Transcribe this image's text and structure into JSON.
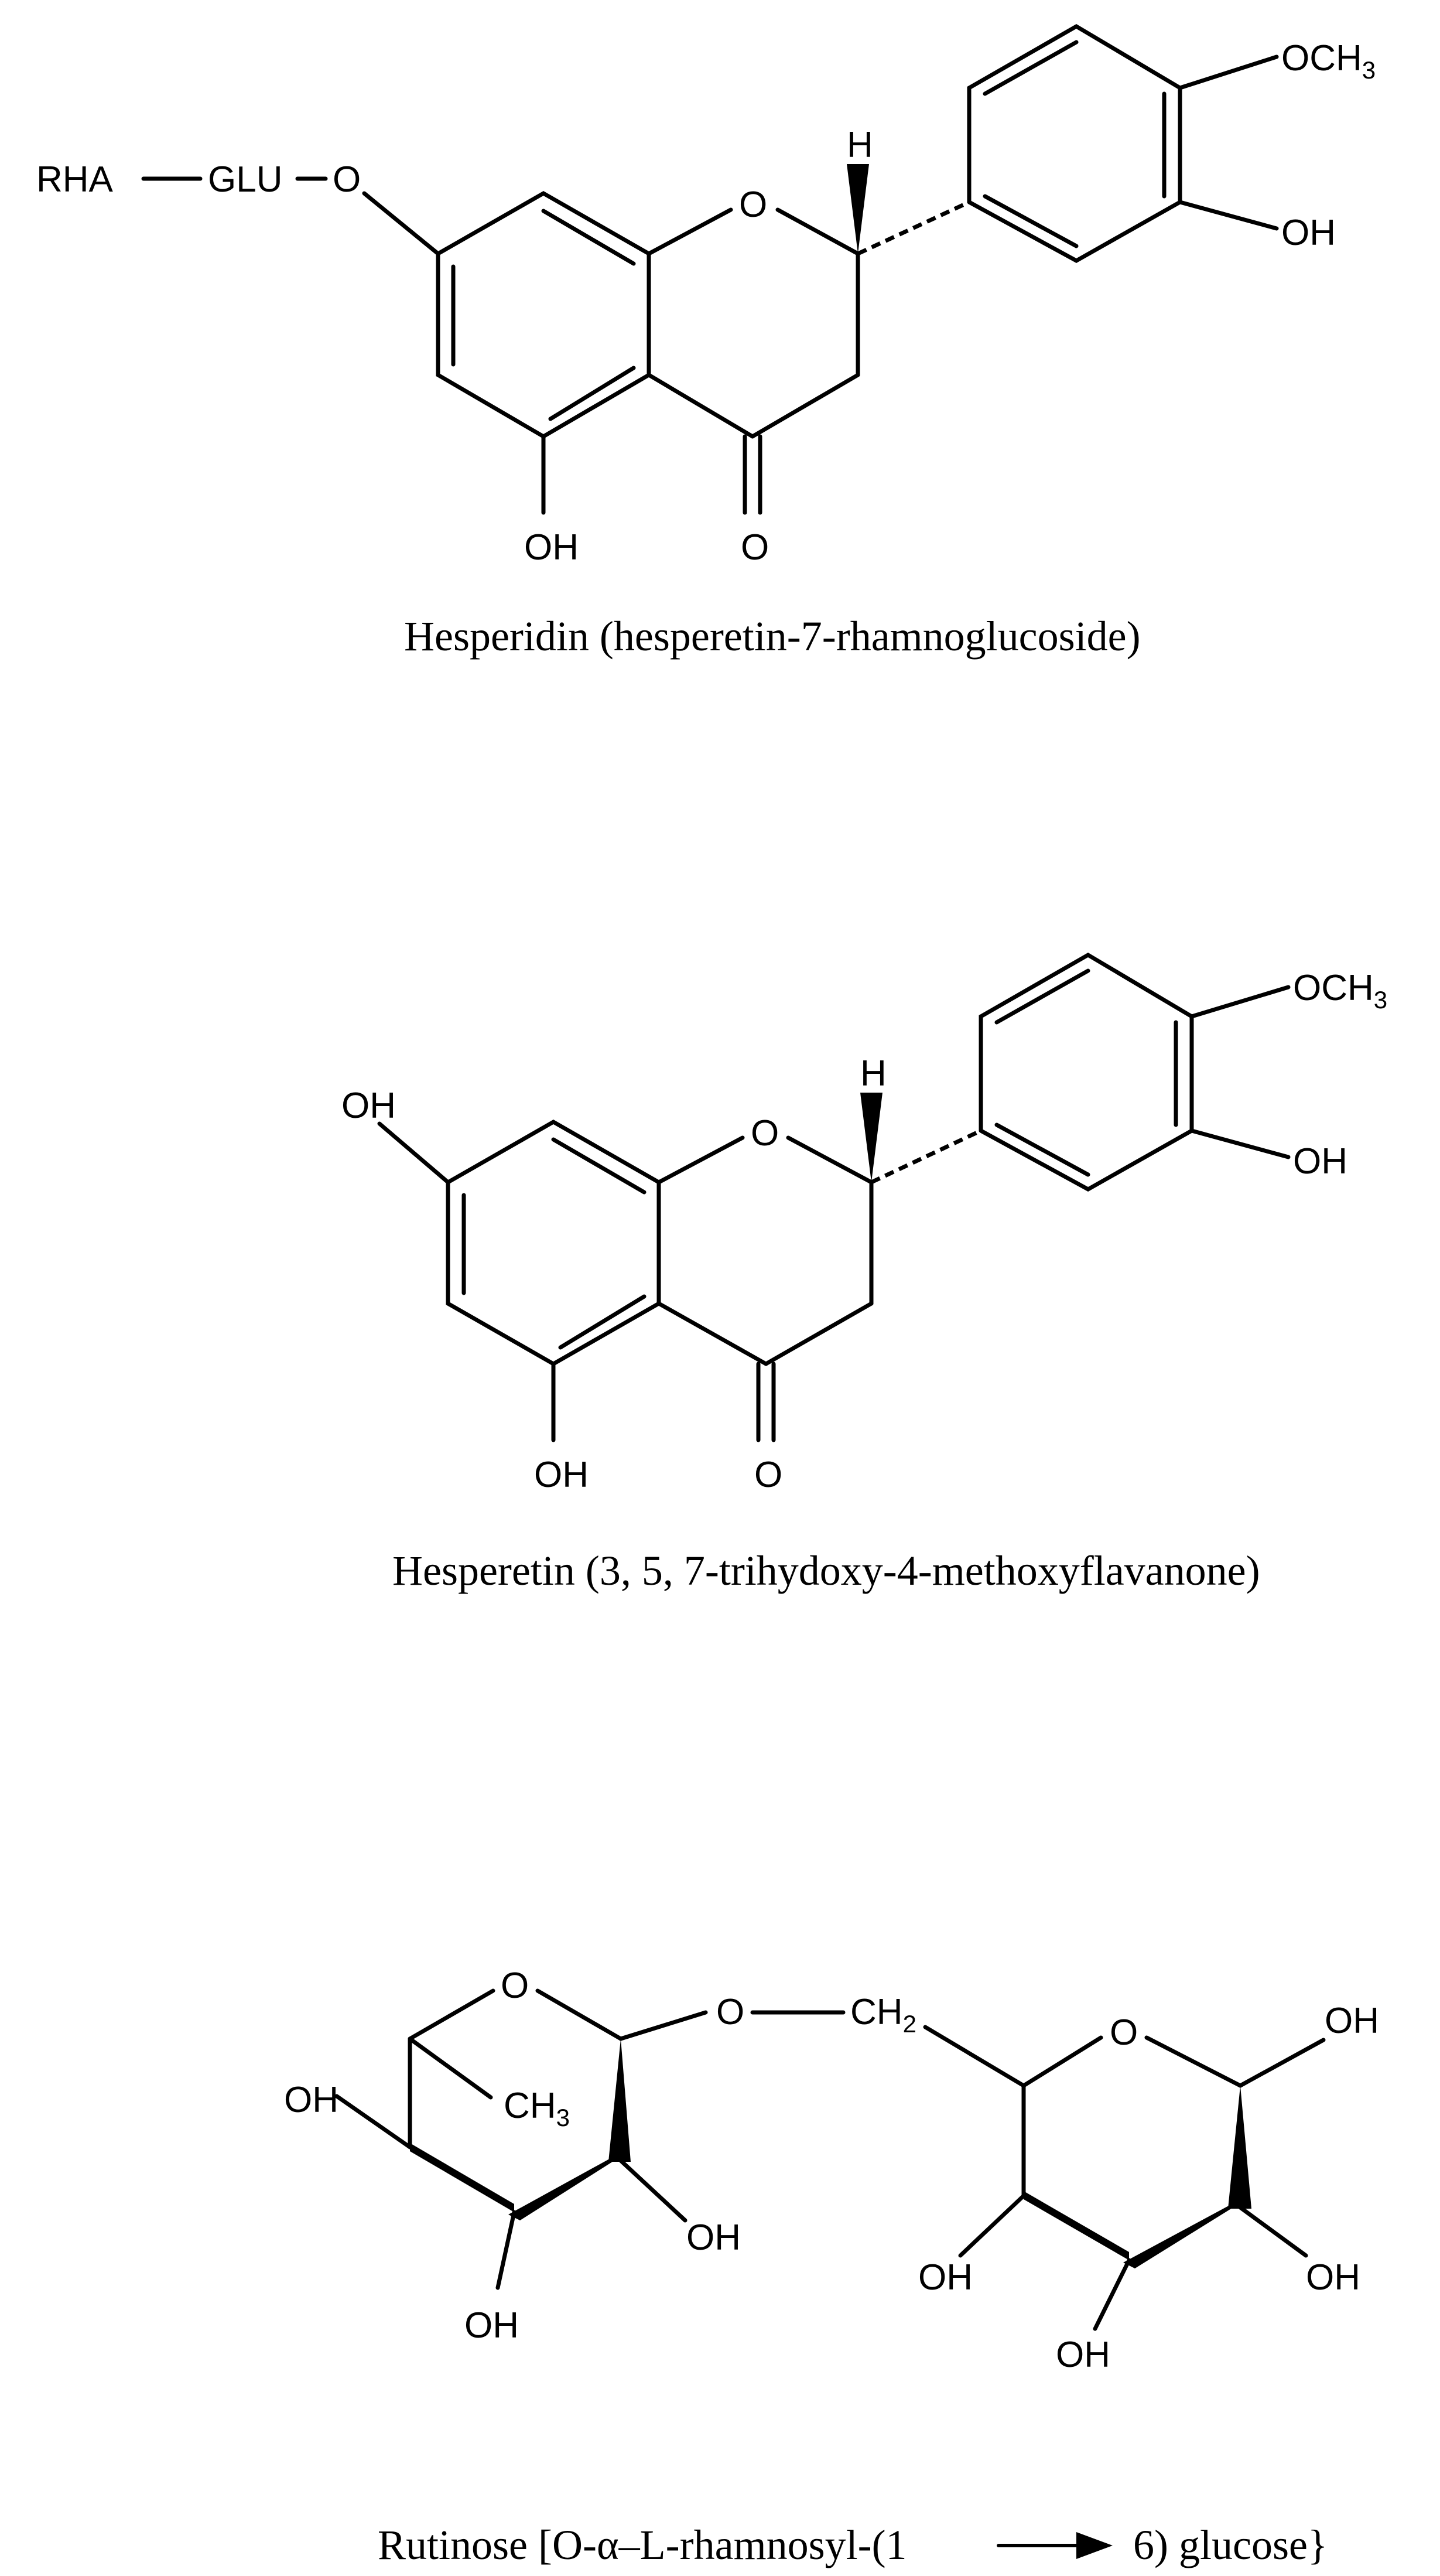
{
  "molecules": [
    {
      "caption": "Hesperidin (hesperetin-7-rhamnoglucoside)",
      "labels": {
        "rha": "RHA",
        "glu": "GLU",
        "o_link": "O",
        "o_ring": "O",
        "o_carbonyl": "O",
        "h": "H",
        "och3_main": "OCH",
        "och3_sub": "3",
        "oh_b": "OH",
        "oh_5": "OH"
      }
    },
    {
      "caption": "Hesperetin (3, 5, 7-trihydoxy-4-methoxyflavanone)",
      "labels": {
        "oh_7": "OH",
        "o_ring": "O",
        "o_carbonyl": "O",
        "h": "H",
        "och3_main": "OCH",
        "och3_sub": "3",
        "oh_b": "OH",
        "oh_5": "OH"
      }
    },
    {
      "caption_start": "Rutinose [O-α–L-rhamnosyl-(1",
      "caption_end": "6) glucose}",
      "labels": {
        "o_rha_ring": "O",
        "o_bridge": "O",
        "ch2_main": "CH",
        "ch2_sub": "2",
        "ch3_main": "CH",
        "ch3_sub": "3",
        "o_glc_ring": "O",
        "oh_rha_left": "OH",
        "oh_rha_right": "OH",
        "oh_rha_bottom": "OH",
        "oh_glc_top": "OH",
        "oh_glc_left": "OH",
        "oh_glc_bottom": "OH",
        "oh_glc_right": "OH"
      }
    }
  ]
}
